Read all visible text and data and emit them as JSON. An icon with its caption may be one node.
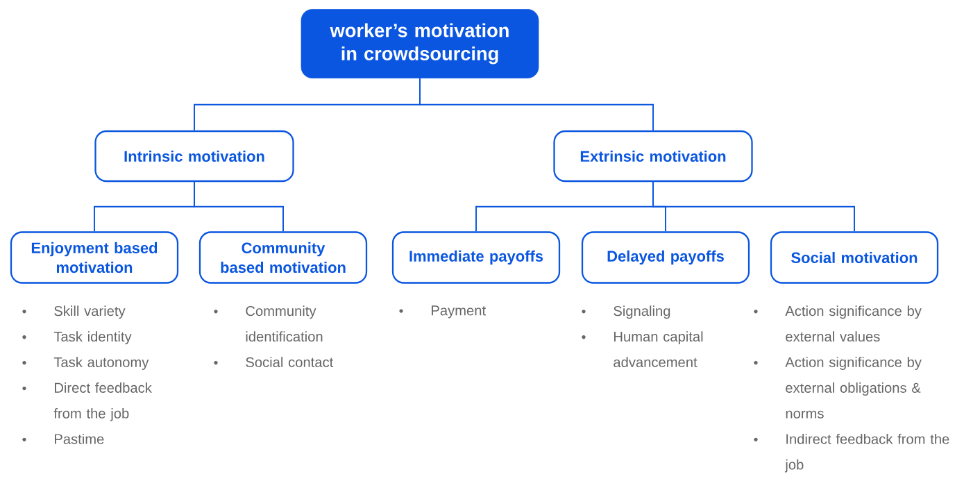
{
  "diagram": {
    "nodes": [
      {
        "text": [
          "worker’s motivation in crowdsourcing"
        ]
      },
      {
        "text": [
          "Intrinsic motivation"
        ]
      },
      {
        "text": [
          "Extrinsic motivation"
        ]
      },
      {
        "text": [
          "Enjoyment based motivation"
        ],
        "beside": [
          "Skill variety",
          "Task identity",
          "Task autonomy",
          "Direct feedback from the job",
          "Pastime"
        ]
      },
      {
        "text": [
          "Community based motivation"
        ],
        "beside": [
          "Community identification",
          "Social contact"
        ]
      },
      {
        "text": [
          "Immediate payoffs"
        ],
        "beside": [
          "Payment"
        ]
      },
      {
        "text": [
          "Delayed payoffs"
        ],
        "beside": [
          "Signaling",
          "Human capital advancement"
        ]
      },
      {
        "text": [
          "Social motivation"
        ],
        "beside": [
          "Action significance by external values",
          "Action significance by external obligations & norms",
          "Indirect feedback from the job"
        ]
      }
    ],
    "edges": [
      {
        "from": 0,
        "to": 1,
        "arrow": "none"
      },
      {
        "from": 0,
        "to": 2,
        "arrow": "none"
      },
      {
        "from": 1,
        "to": 3,
        "arrow": "none"
      },
      {
        "from": 1,
        "to": 4,
        "arrow": "none"
      },
      {
        "from": 2,
        "to": 5,
        "arrow": "none"
      },
      {
        "from": 2,
        "to": 6,
        "arrow": "none"
      },
      {
        "from": 2,
        "to": 7,
        "arrow": "none"
      }
    ]
  }
}
